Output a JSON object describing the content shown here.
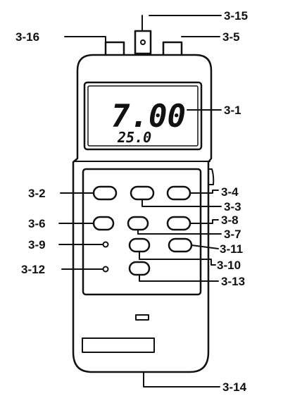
{
  "display": {
    "main_reading": "7.00",
    "sub_reading": "25.0"
  },
  "callouts": {
    "c3_1": "3-1",
    "c3_2": "3-2",
    "c3_3": "3-3",
    "c3_4": "3-4",
    "c3_5": "3-5",
    "c3_6": "3-6",
    "c3_7": "3-7",
    "c3_8": "3-8",
    "c3_9": "3-9",
    "c3_10": "3-10",
    "c3_11": "3-11",
    "c3_12": "3-12",
    "c3_13": "3-13",
    "c3_14": "3-14",
    "c3_15": "3-15",
    "c3_16": "3-16"
  }
}
